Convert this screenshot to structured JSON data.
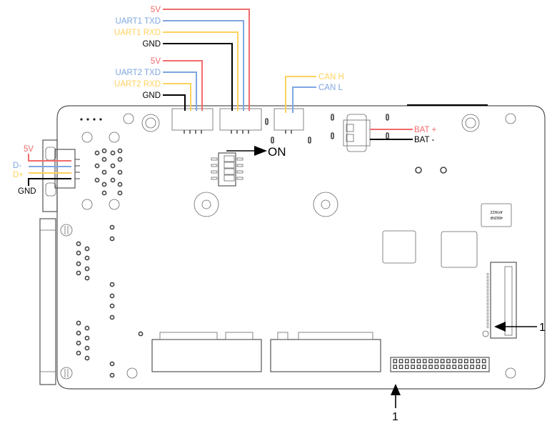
{
  "diagram": {
    "title": "Board connector pinout diagram",
    "colors": {
      "power": "#f26b6b",
      "tx": "#7ea6e0",
      "rx": "#ffd25e",
      "ground": "#000000",
      "board_outline": "#555555"
    },
    "uart1": {
      "pins": [
        {
          "label": "5V",
          "signal": "power"
        },
        {
          "label": "UART1 TXD",
          "signal": "tx"
        },
        {
          "label": "UART1 RXD",
          "signal": "rx"
        },
        {
          "label": "GND",
          "signal": "ground"
        }
      ]
    },
    "uart2": {
      "pins": [
        {
          "label": "5V",
          "signal": "power"
        },
        {
          "label": "UART2 TXD",
          "signal": "tx"
        },
        {
          "label": "UART2 RXD",
          "signal": "rx"
        },
        {
          "label": "GND",
          "signal": "ground"
        }
      ]
    },
    "can": {
      "pins": [
        {
          "label": "CAN H",
          "signal": "rx"
        },
        {
          "label": "CAN L",
          "signal": "tx"
        }
      ]
    },
    "battery": {
      "pins": [
        {
          "label": "BAT +",
          "signal": "power"
        },
        {
          "label": "BAT -",
          "signal": "ground"
        }
      ]
    },
    "usb": {
      "pins": [
        {
          "label": "5V",
          "signal": "power"
        },
        {
          "label": "D-",
          "signal": "tx"
        },
        {
          "label": "D+",
          "signal": "rx"
        },
        {
          "label": "GND",
          "signal": "ground"
        }
      ]
    },
    "dip_switch": {
      "label": "ON"
    },
    "pin1_markers": [
      {
        "label": "1",
        "target": "fpc-connector"
      },
      {
        "label": "1",
        "target": "gpio-header"
      }
    ],
    "chip_marking": {
      "line1": "AYWZZ",
      "line2": "4902NF"
    }
  }
}
